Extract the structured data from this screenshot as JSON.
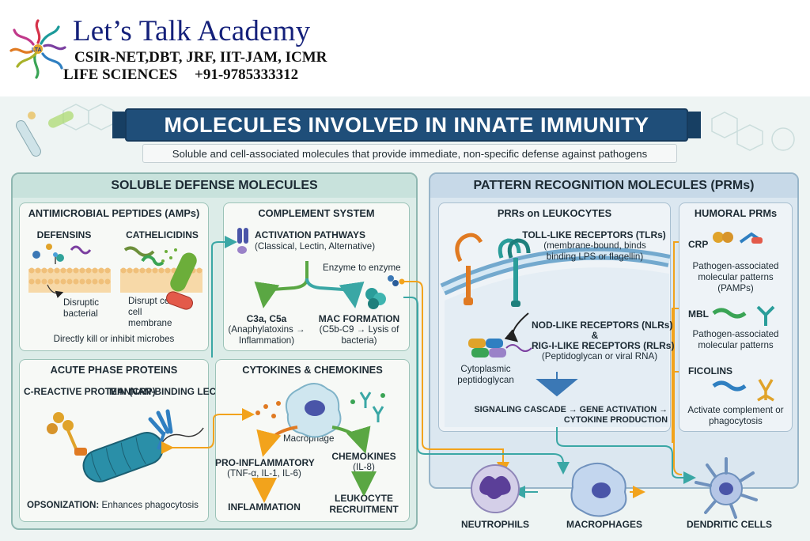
{
  "header": {
    "brand_name": "Let’s Talk Academy",
    "exams": "CSIR-NET,DBT, JRF, IIT-JAM, ICMR",
    "subject": "LIFE SCIENCES",
    "phone": "+91-9785333312"
  },
  "title": "MOLECULES INVOLVED IN INNATE IMMUNITY",
  "subtitle": "Soluble and cell-associated molecules that provide immediate, non-specific defense against pathogens",
  "soluble": {
    "heading": "SOLUBLE DEFENSE MOLECULES",
    "amps": {
      "heading": "ANTIMICROBIAL PEPTIDES (AMPs)",
      "defensins": "DEFENSINS",
      "cathelicidins": "CATHELICIDINS",
      "disruptic_bacterial": "Disruptic bacterial",
      "disrupt_membrane": "Disrupt celll cell membrane",
      "footer": "Directly kill or inhibit microbes"
    },
    "complement": {
      "heading": "COMPLEMENT SYSTEM",
      "pathways_title": "ACTIVATION PATHWAYS",
      "pathways_sub": "(Classical, Lectin, Alternative)",
      "enzyme": "Enzyme to enzyme",
      "c3a_title": "C3a, C5a",
      "c3a_sub": "(Anaphylatoxins → Inflammation)",
      "mac_title": "MAC FORMATION",
      "mac_sub": "(C5b-C9 → Lysis of bacteria)"
    },
    "acute": {
      "heading": "ACUTE PHASE PROTEINS",
      "crp": "C-REACTIVE PROTEIN (CRP)",
      "mbl": "MANNAN-BINDING LECTIN (MBL)",
      "opsonization_label": "OPSONIZATION:",
      "opsonization_text": "Enhances phagocytosis"
    },
    "cytokines": {
      "heading": "CYTOKINES & CHEMOKINES",
      "macrophage": "Macrophage",
      "proinflammatory": "PRO-INFLAMMATORY",
      "proinflammatory_sub": "(TNF-α, IL-1, IL-6)",
      "inflammation": "INFLAMMATION",
      "chemokines": "CHEMOKINES",
      "chemokines_sub": "(IL-8)",
      "recruitment": "LEUKOCYTE RECRUITMENT"
    }
  },
  "prm": {
    "heading": "PATTERN RECOGNITION MOLECULES (PRMs)",
    "leukocytes": {
      "heading": "PRRs on LEUKOCYTES",
      "tlr_title": "TOLL-LIKE RECEPTORS (TLRs)",
      "tlr_sub": "(membrane-bound, binds binding LPS or flagellin)",
      "nlr_title": "NOD-LIKE RECEPTORS (NLRs)",
      "amp": "&",
      "rlr_title": "RIG-I-LIKE RECEPTORS (RLRs)",
      "rlr_sub": "(Peptidoglycan or viral RNA)",
      "cytoplasmic": "Cytoplasmic peptidoglycan",
      "cascade": "SIGNALING CASCADE → GENE ACTIVATION → CYTOKINE PRODUCTION"
    },
    "humoral": {
      "heading": "Humoral PRMs",
      "crp": "CRP",
      "crp_sub": "Pathogen-associated molecular patterns (PAMPs)",
      "mbl": "MBL",
      "mbl_sub": "Pathogen-associated molecular patterns",
      "ficolins": "FICOLINS",
      "ficolins_sub": "Activate complement or phagocytosis"
    }
  },
  "cells": {
    "neutrophils": "NEUTROPHILS",
    "macrophages": "MACROPHAGES",
    "dendritic": "DENDRITIC CELLS"
  },
  "colors": {
    "banner": "#1f4e79",
    "soluble_panel": "#dcece8",
    "prm_panel": "#dbe7f0",
    "arrow_orange": "#f2a31c",
    "arrow_teal": "#3aa7a5",
    "arrow_green": "#5aa743"
  }
}
